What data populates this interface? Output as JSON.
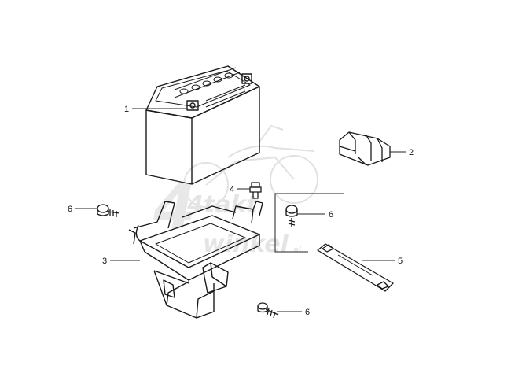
{
  "watermark": {
    "brand_a": "4takt",
    "brand_b": "winkel",
    "suffix": ".nl"
  },
  "callouts": [
    {
      "id": "1",
      "label": "1",
      "part": "battery"
    },
    {
      "id": "2",
      "label": "2",
      "part": "terminal-cover"
    },
    {
      "id": "3",
      "label": "3",
      "part": "battery-box"
    },
    {
      "id": "4",
      "label": "4",
      "part": "stud-bolt"
    },
    {
      "id": "5",
      "label": "5",
      "part": "battery-band"
    },
    {
      "id": "6a",
      "label": "6",
      "part": "bolt"
    },
    {
      "id": "6b",
      "label": "6",
      "part": "bolt"
    },
    {
      "id": "6c",
      "label": "6",
      "part": "bolt"
    }
  ],
  "colors": {
    "line": "#1a1a1a",
    "leader": "#222222",
    "watermark": "#c9c9c9"
  }
}
